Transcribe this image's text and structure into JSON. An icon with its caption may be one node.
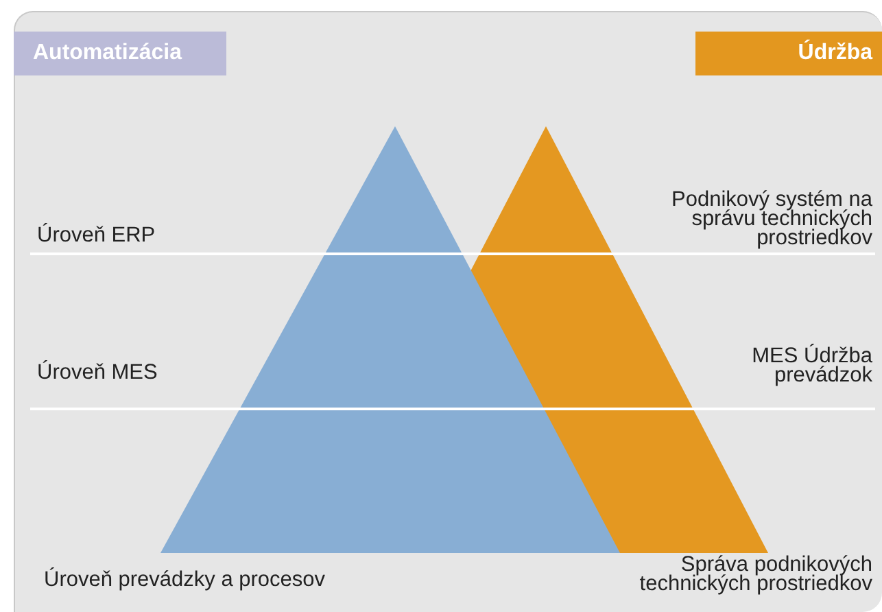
{
  "diagram": {
    "nodes": [
      {
        "text": [
          "Automatizácia"
        ]
      },
      {
        "text": [
          "Údržba"
        ]
      }
    ],
    "labels": [
      "Úroveň ERP",
      "Podnikový systém na správu technických prostriedkov",
      "Úroveň MES",
      "MES Údržba prevádzok",
      "Úroveň prevádzky a procesov",
      "Správa podnikových technických prostriedkov"
    ]
  }
}
